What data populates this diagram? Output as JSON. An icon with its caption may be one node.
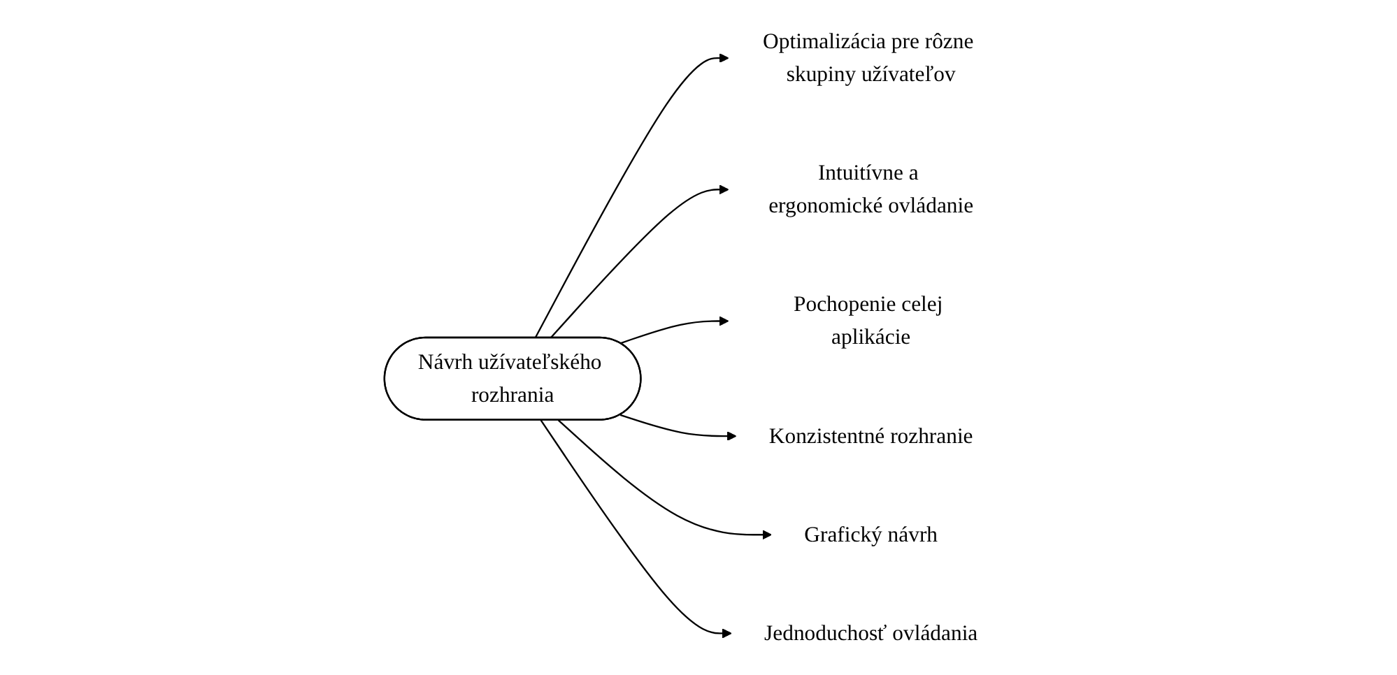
{
  "diagram": {
    "nodes": [
      {
        "text": [
          "Optimalizácia pre rôzne skupiny užívateľov"
        ]
      },
      {
        "text": [
          "Intuitívne a ergonomické ovládanie"
        ]
      },
      {
        "text": [
          "Pochopenie celej aplikácie"
        ]
      },
      {
        "text": [
          "Návrh užívateľského rozhrania"
        ]
      },
      {
        "text": [
          "Konzistentné rozhranie"
        ]
      },
      {
        "text": [
          "Grafický návrh"
        ]
      },
      {
        "text": [
          "Jednoduchosť ovládania"
        ]
      }
    ],
    "edges": [
      {
        "from": 3,
        "to": 0,
        "arrow": "to"
      },
      {
        "from": 3,
        "to": 1,
        "arrow": "to"
      },
      {
        "from": 3,
        "to": 2,
        "arrow": "to"
      },
      {
        "from": 3,
        "to": 4,
        "arrow": "to"
      },
      {
        "from": 3,
        "to": 5,
        "arrow": "to"
      },
      {
        "from": 3,
        "to": 6,
        "arrow": "to"
      }
    ]
  }
}
